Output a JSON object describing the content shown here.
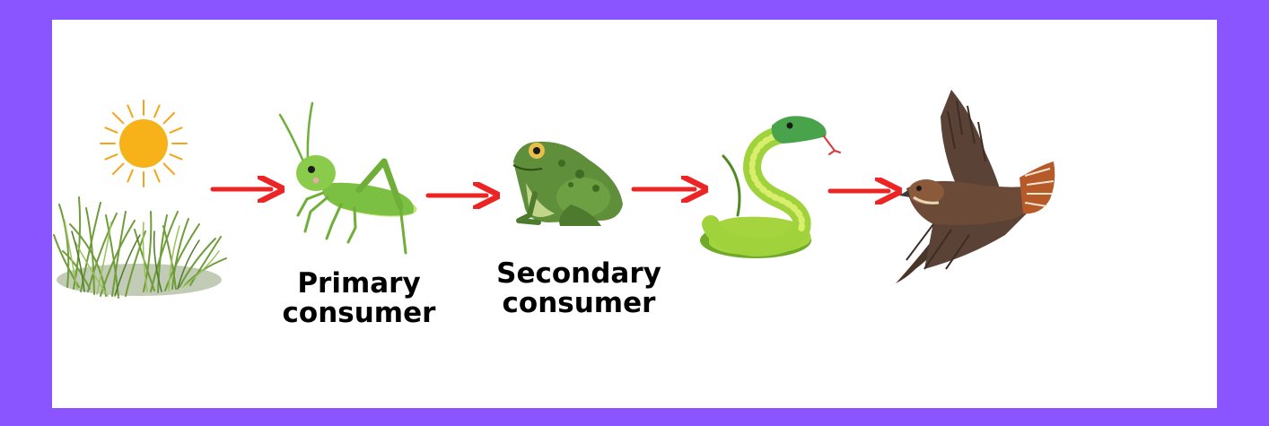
{
  "diagram": {
    "type": "food-chain",
    "colors": {
      "border": "#8a55ff",
      "background": "#ffffff",
      "arrow": "#ec2424",
      "sun": "#f7b21a",
      "grass": "#6f9d3a",
      "grasshopper": "#7cc043",
      "frog": "#5f8f3a",
      "snake": "#9fd23b",
      "hawk": "#5a4336"
    },
    "nodes": [
      {
        "id": "sun",
        "icon": "sun-icon"
      },
      {
        "id": "grass",
        "icon": "grass-icon"
      },
      {
        "id": "grasshopper",
        "icon": "grasshopper-icon",
        "label": "Primary\nconsumer"
      },
      {
        "id": "frog",
        "icon": "frog-icon",
        "label": "Secondary\nconsumer"
      },
      {
        "id": "snake",
        "icon": "snake-icon"
      },
      {
        "id": "hawk",
        "icon": "hawk-icon"
      }
    ],
    "edges": [
      {
        "from": "grass",
        "to": "grasshopper"
      },
      {
        "from": "grasshopper",
        "to": "frog"
      },
      {
        "from": "frog",
        "to": "snake"
      },
      {
        "from": "snake",
        "to": "hawk"
      }
    ],
    "labels": {
      "primary_line1": "Primary",
      "primary_line2": "consumer",
      "secondary_line1": "Secondary",
      "secondary_line2": "consumer"
    }
  }
}
